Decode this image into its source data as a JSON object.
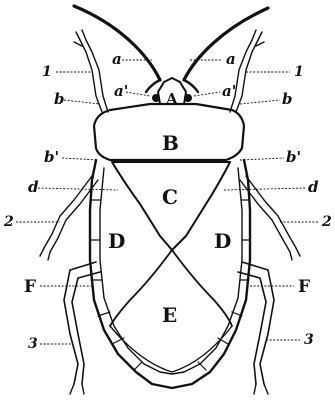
{
  "diagram": {
    "labels": {
      "A": "A",
      "B": "B",
      "C": "C",
      "D": "D",
      "E": "E",
      "F": "F",
      "a": "a",
      "a_prime": "a'",
      "b": "b",
      "b_prime": "b'",
      "d": "d",
      "n1": "1",
      "n2": "2",
      "n3": "3"
    }
  }
}
